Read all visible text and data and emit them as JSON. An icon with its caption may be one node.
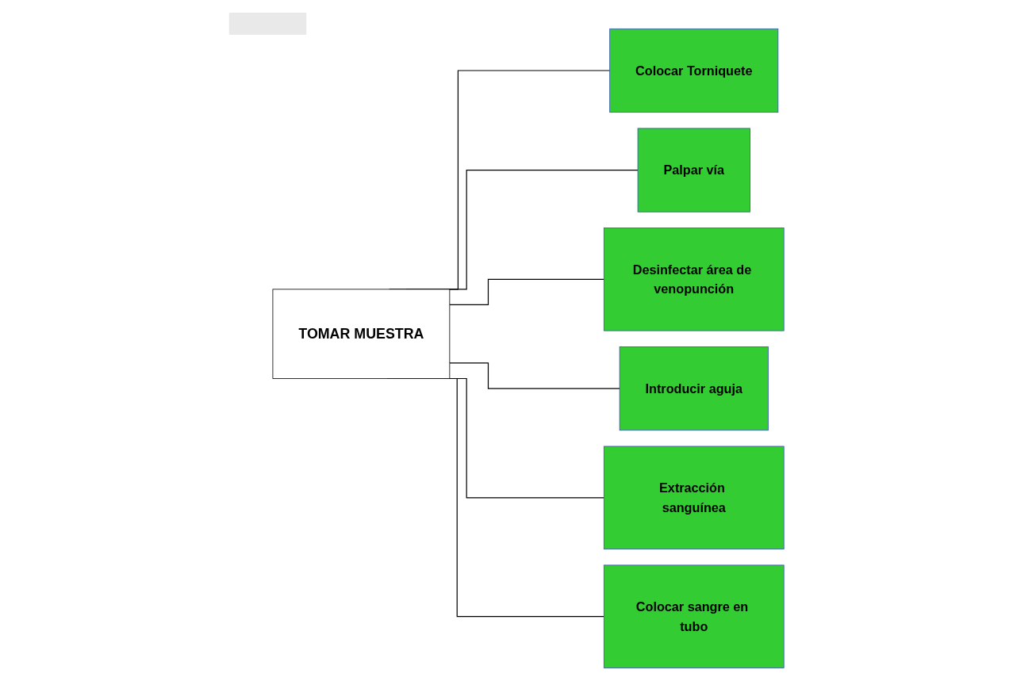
{
  "diagram": {
    "nodes": [
      {
        "text": [
          "TOMAR MUESTRA"
        ]
      },
      {
        "text": [
          "Colocar Torniquete"
        ]
      },
      {
        "text": [
          "Palpar vía"
        ]
      },
      {
        "text": [
          "Desinfectar área de venopunción"
        ]
      },
      {
        "text": [
          "Introducir aguja"
        ]
      },
      {
        "text": [
          "Extracción sanguínea"
        ]
      },
      {
        "text": [
          "Colocar sangre en tubo"
        ]
      }
    ],
    "edges": [
      {
        "from": 0,
        "to": 1,
        "arrow": "none"
      },
      {
        "from": 0,
        "to": 2,
        "arrow": "none"
      },
      {
        "from": 0,
        "to": 3,
        "arrow": "none"
      },
      {
        "from": 0,
        "to": 4,
        "arrow": "none"
      },
      {
        "from": 0,
        "to": 5,
        "arrow": "none"
      },
      {
        "from": 0,
        "to": 6,
        "arrow": "none"
      }
    ]
  }
}
